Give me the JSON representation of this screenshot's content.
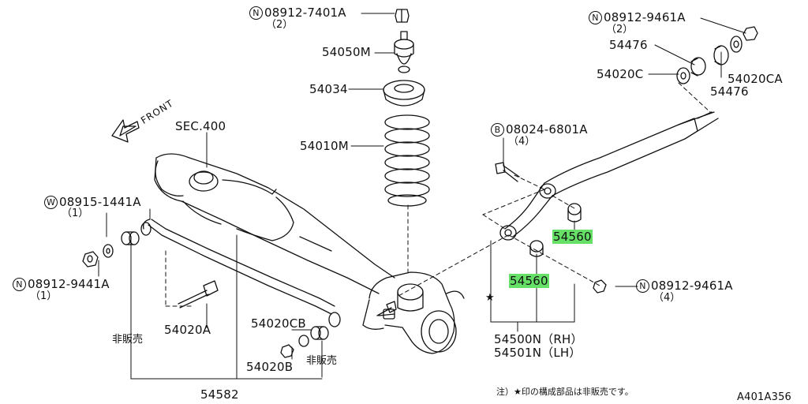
{
  "diagram_id": "A401A356",
  "front_label": "FRONT",
  "parts": [
    {
      "key": "p01",
      "prefix": "N",
      "number": "08912-7401A",
      "qty": "（2）"
    },
    {
      "key": "p02",
      "prefix": "",
      "number": "54050M",
      "qty": ""
    },
    {
      "key": "p03",
      "prefix": "",
      "number": "54034",
      "qty": ""
    },
    {
      "key": "p04",
      "prefix": "",
      "number": "54010M",
      "qty": ""
    },
    {
      "key": "p05",
      "prefix": "",
      "number": "SEC.400",
      "qty": ""
    },
    {
      "key": "p06",
      "prefix": "N",
      "number": "08912-9461A",
      "qty": "（2）"
    },
    {
      "key": "p07",
      "prefix": "",
      "number": "54476",
      "qty": ""
    },
    {
      "key": "p08",
      "prefix": "",
      "number": "54020C",
      "qty": ""
    },
    {
      "key": "p09",
      "prefix": "",
      "number": "54020CA",
      "qty": ""
    },
    {
      "key": "p10",
      "prefix": "",
      "number": "54476",
      "qty": ""
    },
    {
      "key": "p11",
      "prefix": "B",
      "number": "08024-6801A",
      "qty": "（4）"
    },
    {
      "key": "p12",
      "prefix": "W",
      "number": "08915-1441A",
      "qty": "（1）"
    },
    {
      "key": "p13",
      "prefix": "N",
      "number": "08912-9441A",
      "qty": "（1）"
    },
    {
      "key": "p14",
      "prefix": "",
      "number": "54560",
      "qty": "",
      "highlight": true
    },
    {
      "key": "p15",
      "prefix": "",
      "number": "54560",
      "qty": "",
      "highlight": true
    },
    {
      "key": "p16",
      "prefix": "N",
      "number": "08912-9461A",
      "qty": "（4）"
    },
    {
      "key": "p17",
      "prefix": "",
      "number": "54020A",
      "qty": ""
    },
    {
      "key": "p18",
      "prefix": "",
      "number": "54020CB",
      "qty": ""
    },
    {
      "key": "p19",
      "prefix": "",
      "number": "54020B",
      "qty": ""
    },
    {
      "key": "p20",
      "prefix": "",
      "number": "54500N（RH）",
      "qty": ""
    },
    {
      "key": "p21",
      "prefix": "",
      "number": "54501N（LH）",
      "qty": ""
    },
    {
      "key": "p22",
      "prefix": "",
      "number": "54582",
      "qty": ""
    }
  ],
  "not_sold_labels": [
    "非販売",
    "非販売"
  ],
  "star_mark": "★",
  "footnote": "注）★印の構成部品は非販売です。"
}
